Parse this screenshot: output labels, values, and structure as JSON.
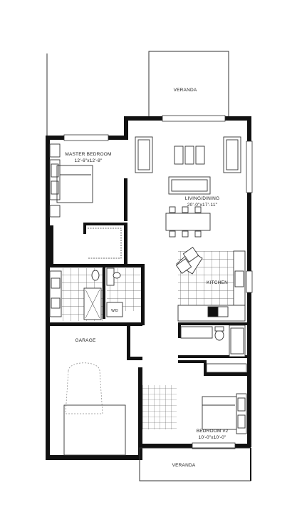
{
  "colors": {
    "wall": "#111111",
    "line": "#333333",
    "tile": "#555555",
    "background": "#ffffff"
  },
  "rooms": {
    "veranda_top": {
      "name": "VERANDA"
    },
    "master_bedroom": {
      "name": "MASTER BEDROOM",
      "size": "12'-6\"x12'-8\""
    },
    "living_dining": {
      "name": "LIVING/DINING",
      "size": "20'-0\"x17'-11\""
    },
    "kitchen": {
      "name": "KITCHEN"
    },
    "garage": {
      "name": "GARAGE"
    },
    "bedroom_2": {
      "name": "BEDROOM #2",
      "size": "10'-0\"x10'-0\""
    },
    "veranda_bottom": {
      "name": "VERANDA"
    }
  },
  "fixtures": {
    "washer_dryer": "W/D"
  }
}
